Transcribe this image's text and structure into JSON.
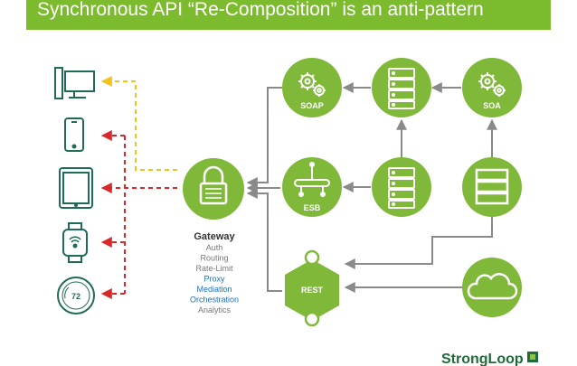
{
  "header": {
    "title": "Synchronous API “Re-Composition” is an anti-pattern"
  },
  "colors": {
    "header_bg": "#7cbb2e",
    "node_green": "#80b93a",
    "arrow_gray": "#8a8a8a",
    "arrow_yellow": "#f3c31c",
    "arrow_red": "#d8282a",
    "highlight_blue": "#1e6fb5",
    "device_teal": "#1f6b5a"
  },
  "nodes": {
    "soap": "SOAP",
    "soa": "SOA",
    "esb": "ESB",
    "rest": "REST"
  },
  "gateway": {
    "title": "Gateway",
    "items": [
      {
        "label": "Auth",
        "highlight": false
      },
      {
        "label": "Routing",
        "highlight": false
      },
      {
        "label": "Rate-Limit",
        "highlight": false
      },
      {
        "label": "Proxy",
        "highlight": true
      },
      {
        "label": "Mediation",
        "highlight": true
      },
      {
        "label": "Orchestration",
        "highlight": true
      },
      {
        "label": "Analytics",
        "highlight": false
      }
    ]
  },
  "devices": [
    {
      "icon": "desktop-computer-icon",
      "link": "yellow-dashed"
    },
    {
      "icon": "smartphone-icon",
      "link": "red-dashed"
    },
    {
      "icon": "tablet-icon",
      "link": "red-dashed"
    },
    {
      "icon": "smartwatch-icon",
      "link": "red-dashed"
    },
    {
      "icon": "thermostat-icon",
      "link": "red-dashed",
      "display": "72"
    }
  ],
  "brand": {
    "name": "StrongLoop"
  }
}
